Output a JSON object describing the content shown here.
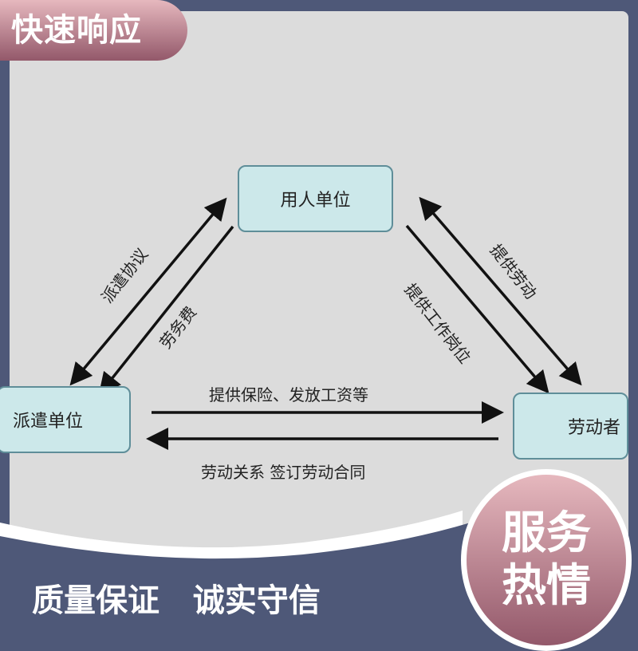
{
  "badge_top": "快速响应",
  "nodes": {
    "employer": "用人单位",
    "dispatcher": "派遣单位",
    "worker": "劳动者"
  },
  "labels": {
    "dispatch_agreement": "派遣协议",
    "labor_fee": "劳务费",
    "provide_labor": "提供劳动",
    "provide_job": "提供工作岗位",
    "insurance": "提供保险、发放工资等",
    "contract": "劳动关系 签订劳动合同"
  },
  "slogan": "质量保证   诚实守信",
  "circle": {
    "line1": "服务",
    "line2": "热情"
  },
  "colors": {
    "background": "#4e5878",
    "panel": "#dcdcdc",
    "node": "#cce8ea",
    "accent": "#93586a"
  }
}
